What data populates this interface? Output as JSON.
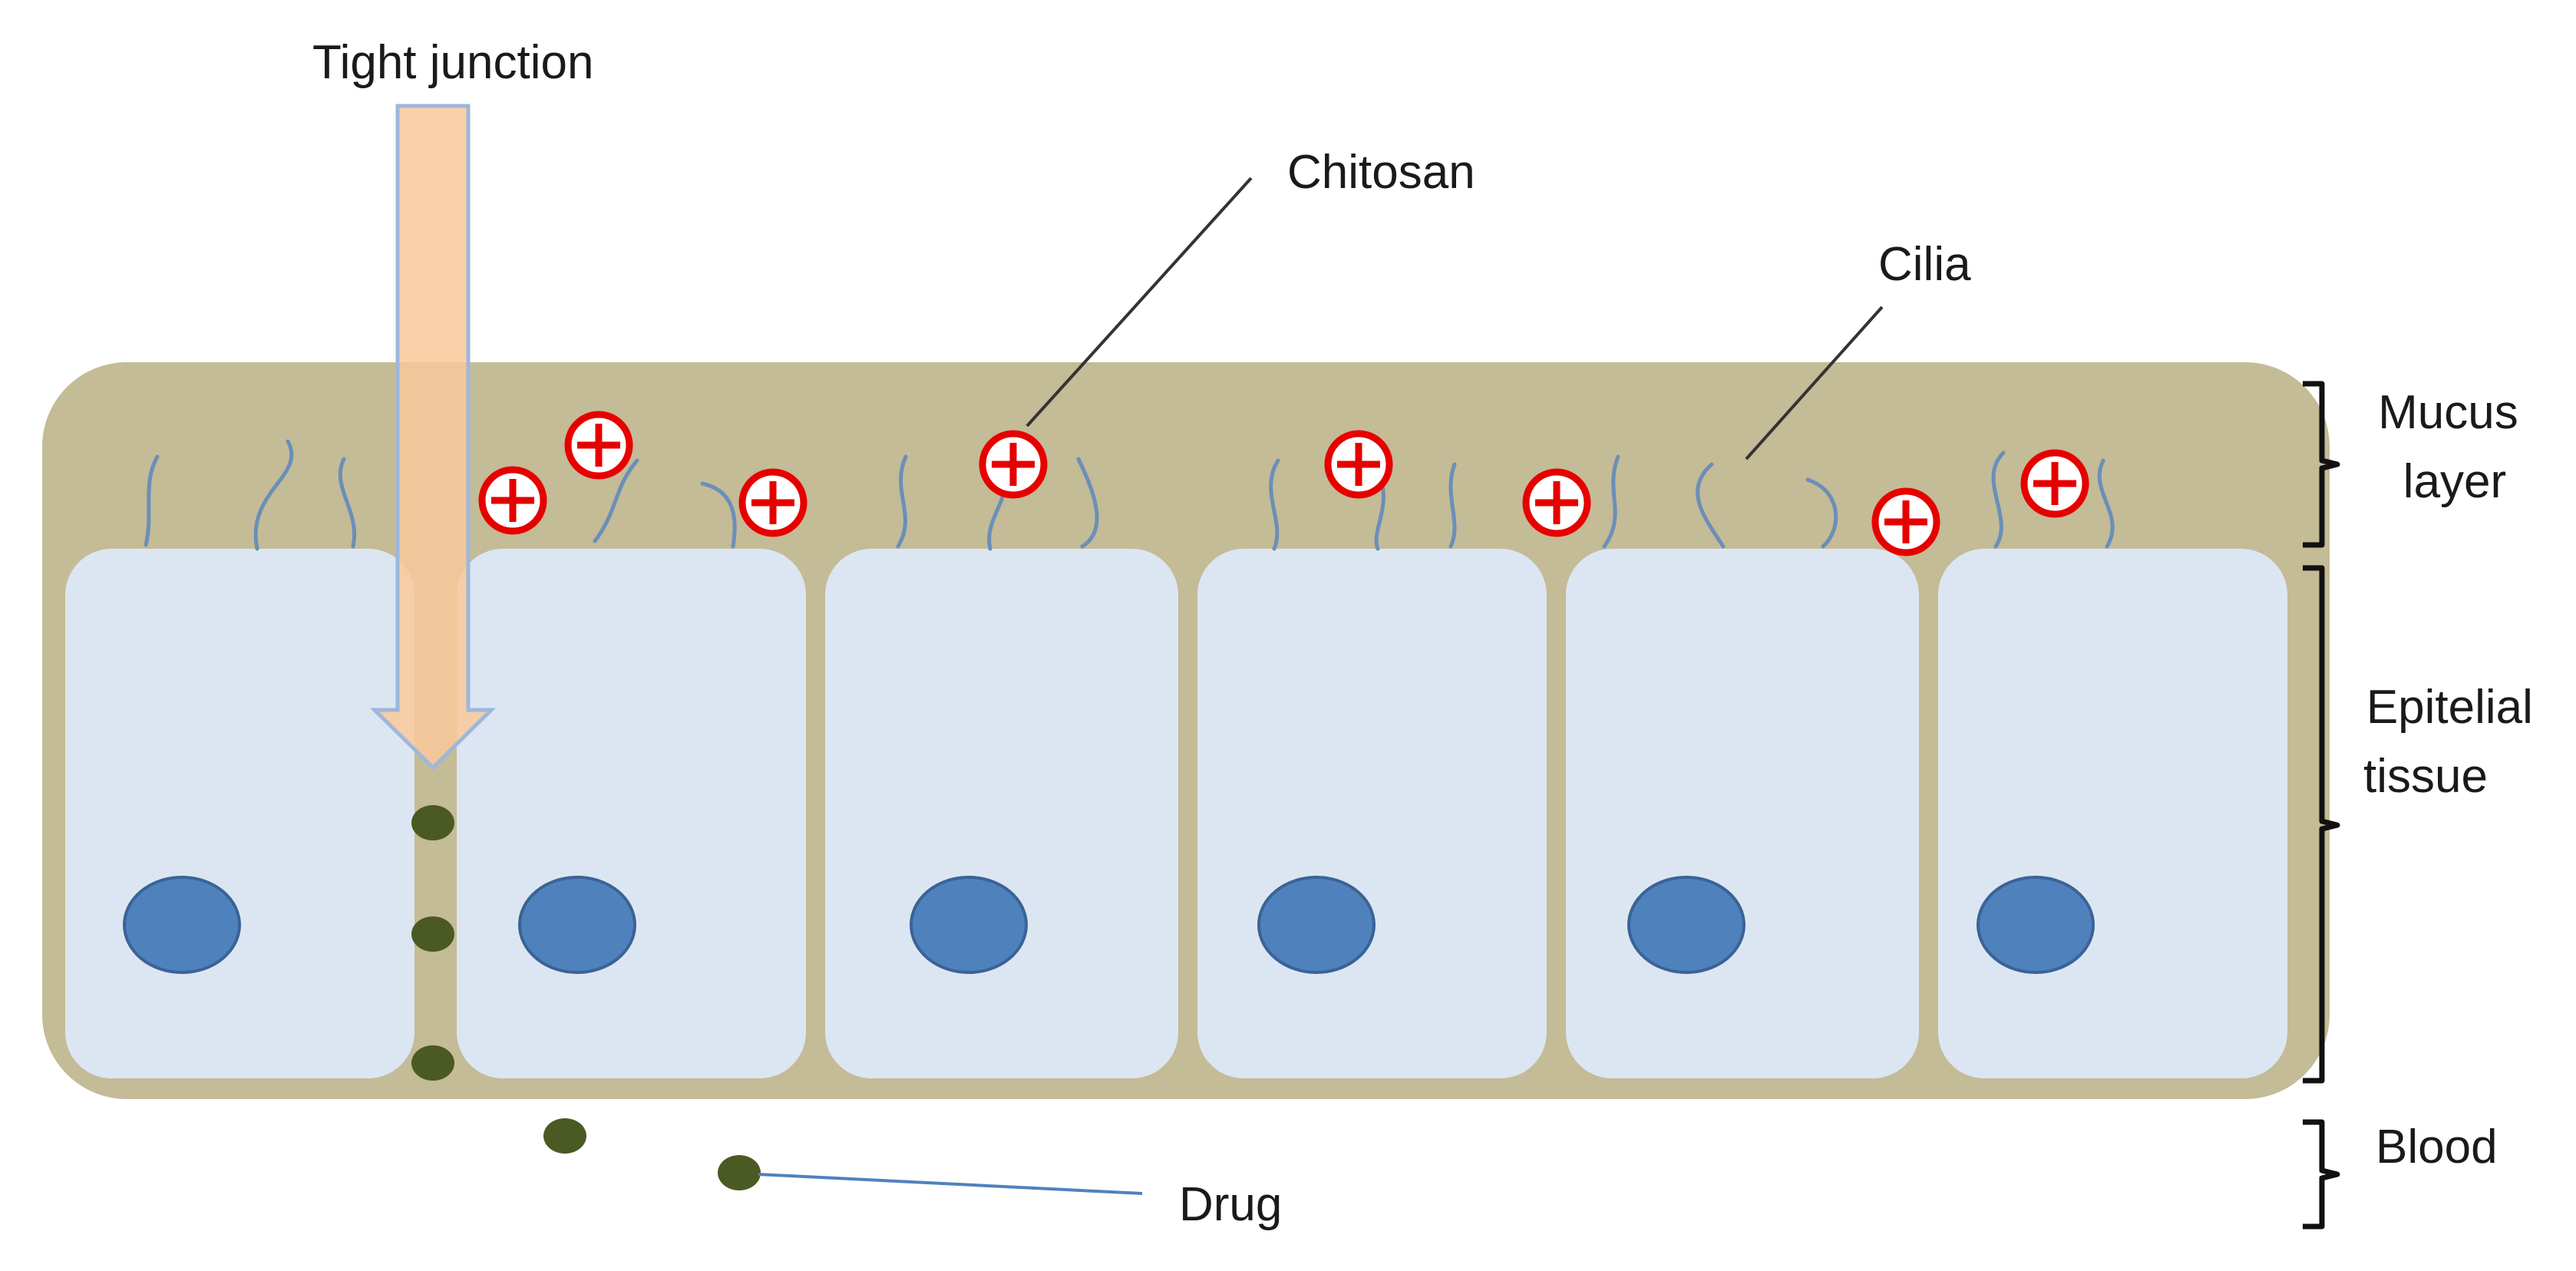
{
  "labels": {
    "tight_junction": "Tight junction",
    "chitosan": "Chitosan",
    "cilia": "Cilia",
    "drug": "Drug"
  },
  "layers": {
    "mucus_line1": "Mucus",
    "mucus_line2": "layer",
    "epithelial_line1": "Epitelial",
    "epithelial_line2": "tissue",
    "blood": "Blood"
  },
  "colors": {
    "mucus": "#c4bb97",
    "cell": "#dce6f2",
    "nucleus": "#4f81bd",
    "nucleus_stroke": "#3a6396",
    "drug": "#4a5a22",
    "chitosan": "#e60000",
    "cilia": "#6a8fb8",
    "arrow_fill": "#f9c89a",
    "arrow_stroke": "#9db7dc"
  },
  "icons": {
    "chitosan_particle": "plus-circle-icon",
    "drug_particle": "dot-icon",
    "arrow": "arrow-down-icon",
    "bracket": "curly-bracket-icon"
  }
}
